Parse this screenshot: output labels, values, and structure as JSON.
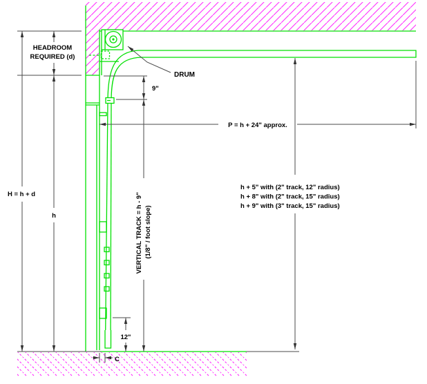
{
  "drawing": {
    "kind": "sectional-door-headroom-section-diagram"
  },
  "labels": {
    "headroom_line1": "HEADROOM",
    "headroom_line2": "REQUIRED (d)",
    "drum": "DRUM",
    "dim_9in": "9\"",
    "dim_projection": "P = h + 24\" approx.",
    "dim_total_height": "H = h + d",
    "dim_opening_height": "h",
    "notes": [
      "h + 5\" with (2\" track, 12\" radius)",
      "h + 8\" with (2\" track, 15\" radius)",
      "h + 9\" with (3\" track, 15\" radius)"
    ],
    "vertical_track_line1": "VERTICAL TRACK = h - 9\"",
    "vertical_track_line2": "(1/8\" / foot slope)",
    "dim_12in": "12\"",
    "dim_side_clearance": "C"
  },
  "colors": {
    "track_green": "#00e000",
    "hatch_magenta": "#ff2dff",
    "dimension_gray": "#4a4a4a",
    "text_black": "#000000",
    "background": "#ffffff"
  }
}
